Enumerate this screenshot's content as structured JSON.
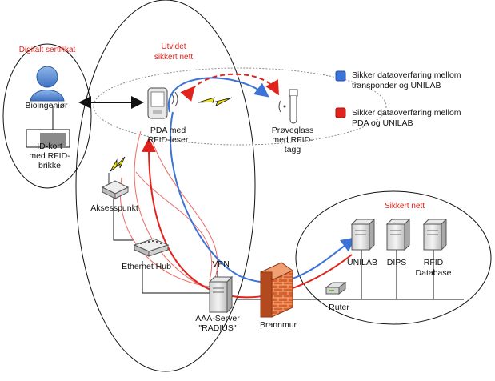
{
  "colors": {
    "blue": "#3b73d9",
    "red": "#e0231c",
    "light_red": "#ee6a64",
    "black": "#111111"
  },
  "zones": {
    "certificate": "Digitalt sertifikat",
    "extended_net_line1": "Utvidet",
    "extended_net_line2": "sikkert nett",
    "secure_net": "Sikkert nett"
  },
  "nodes": {
    "bioengineer": "Bioingeniør",
    "id_card_line1": "ID-kort",
    "id_card_line2": "med RFID-",
    "id_card_line3": "brikke",
    "pda_line1": "PDA med",
    "pda_line2": "RFID-leser",
    "test_tube_line1": "Prøveglass",
    "test_tube_line2": "med RFID-",
    "test_tube_line3": "tagg",
    "access_point": "Aksesspunkt",
    "ethernet_hub": "Ethernet Hub",
    "vpn": "VPN",
    "aaa_server_line1": "AAA-Server",
    "aaa_server_line2": "\"RADIUS\"",
    "firewall": "Brannmur",
    "router": "Ruter",
    "unilab": "UNILAB",
    "dips": "DIPS",
    "rfid_db_line1": "RFID",
    "rfid_db_line2": "Database"
  },
  "legend": [
    {
      "line1": "Sikker dataoverføring mellom",
      "line2": "transponder og UNILAB",
      "color": "#3b73d9"
    },
    {
      "line1": "Sikker dataoverføring mellom",
      "line2": "PDA og UNILAB",
      "color": "#e0231c"
    }
  ],
  "icons": {
    "person": "person-icon",
    "id_card": "id-card-icon",
    "pda": "pda-icon",
    "test_tube": "test-tube-icon",
    "access_point": "access-point-icon",
    "hub": "hub-icon",
    "server": "server-icon",
    "firewall": "firewall-icon",
    "router": "router-icon",
    "wireless": "lightning-icon"
  }
}
